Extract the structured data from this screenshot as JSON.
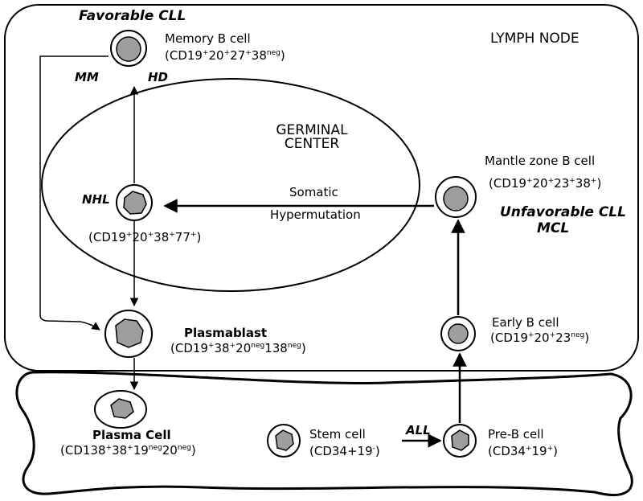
{
  "lymph_node_label": "LYMPH NODE",
  "germinal_center": {
    "line1": "GERMINAL",
    "line2": "CENTER"
  },
  "somatic": {
    "line1": "Somatic",
    "line2": "Hypermutation"
  },
  "diseases": {
    "favorable_cll": "Favorable CLL",
    "mm": "MM",
    "hd": "HD",
    "nhl": "NHL",
    "unfavorable_cll": "Unfavorable CLL",
    "mcl": "MCL",
    "all": "ALL"
  },
  "cells": {
    "memory_b": {
      "name": "Memory B cell",
      "markers": [
        [
          "CD19",
          ""
        ],
        [
          "+20",
          ""
        ],
        [
          "+27",
          ""
        ],
        [
          "+38",
          "neg"
        ]
      ]
    },
    "gc_b": {
      "name": "",
      "markers": [
        [
          "(CD19",
          ""
        ],
        [
          "+20",
          ""
        ],
        [
          "+38",
          ""
        ],
        [
          "+77",
          ""
        ],
        [
          "+)",
          ""
        ]
      ]
    },
    "mantle": {
      "name": "Mantle zone B cell",
      "markers": [
        [
          "(CD19",
          ""
        ],
        [
          "+20",
          ""
        ],
        [
          "+23",
          ""
        ],
        [
          "+38",
          ""
        ],
        [
          "+)",
          ""
        ]
      ]
    },
    "plasmablast": {
      "name": "Plasmablast",
      "markers": [
        [
          "(CD19",
          ""
        ],
        [
          "+38",
          ""
        ],
        [
          "+20",
          "neg"
        ],
        [
          "138",
          "neg"
        ],
        [
          ")",
          ""
        ]
      ]
    },
    "early_b": {
      "name": "Early B cell",
      "markers": [
        [
          "(CD19",
          ""
        ],
        [
          "+20",
          ""
        ],
        [
          "+23",
          "neg"
        ],
        [
          ")",
          ""
        ]
      ]
    },
    "plasma": {
      "name": "Plasma Cell",
      "markers": [
        [
          "(CD138",
          ""
        ],
        [
          "+38",
          ""
        ],
        [
          "+19",
          "neg"
        ],
        [
          "20",
          "neg"
        ],
        [
          ")",
          ""
        ]
      ]
    },
    "stem": {
      "name": "Stem cell",
      "markers": [
        [
          "(CD34+19",
          ""
        ],
        [
          "-)",
          ""
        ]
      ]
    },
    "pre_b": {
      "name": "Pre-B cell",
      "markers": [
        [
          "(CD34+19",
          ""
        ],
        [
          "+)",
          ""
        ]
      ]
    }
  },
  "labels": {
    "memory_b_markers": "(CD19+20+27+38neg)",
    "gc_b_markers": "(CD19+20+38+77+)",
    "mantle_markers": "(CD19+20+23+38+)",
    "plasmablast_markers": "(CD19+38+20neg138neg)",
    "early_b_markers": "(CD19+20+23neg)",
    "plasma_markers": "(CD138+38+19neg20neg)",
    "stem_markers": "(CD34+19-)",
    "pre_b_markers": "(CD34+19+)"
  },
  "colors": {
    "cell_fill": "#9e9e9e",
    "line": "#000000",
    "background": "#ffffff"
  }
}
